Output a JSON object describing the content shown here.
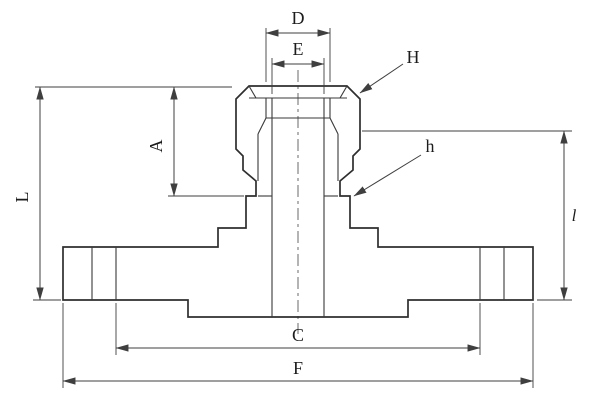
{
  "colors": {
    "background": "#ffffff",
    "part_line": "#2e2e2e",
    "dimension_line": "#3f3f3f"
  },
  "labels": {
    "dim_D": "D",
    "dim_E": "E",
    "dim_H": "H",
    "dim_A": "A",
    "dim_L": "L",
    "dim_h": "h",
    "dim_l": "l",
    "dim_C": "C",
    "dim_F": "F"
  }
}
